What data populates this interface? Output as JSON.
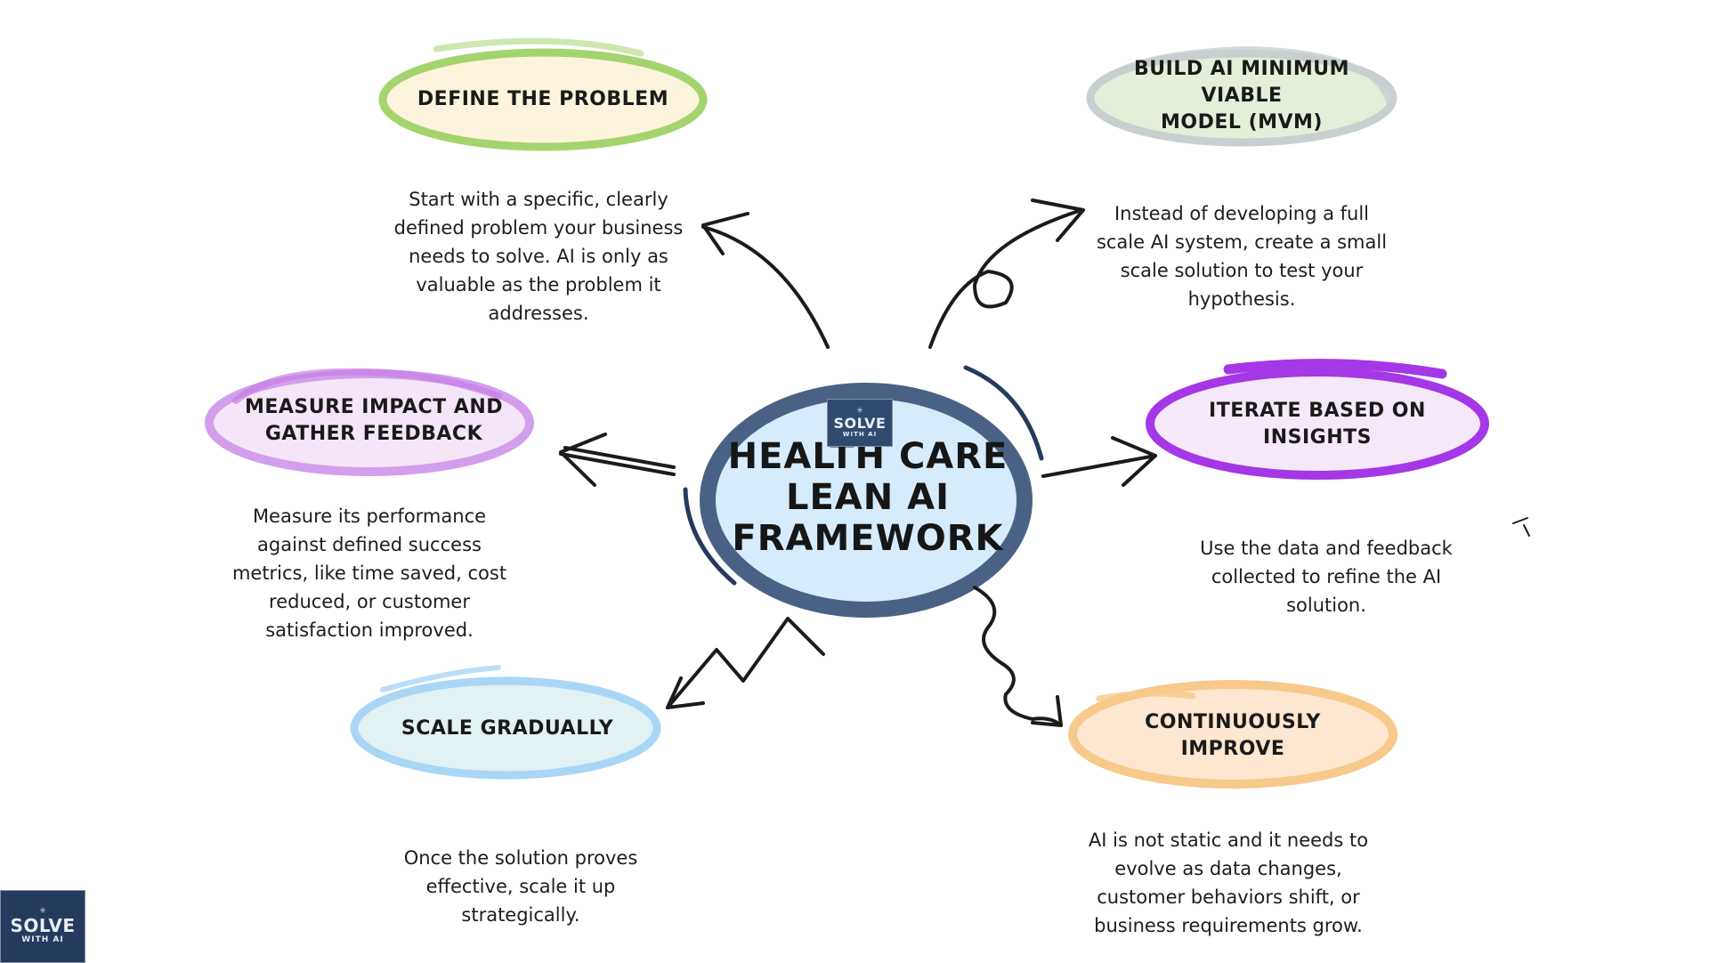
{
  "center": {
    "title_lines": [
      "HEALTH CARE",
      "LEAN AI",
      "FRAMEWORK"
    ],
    "fill": "#d6ebfb",
    "stroke": "#4a6186",
    "badge": "SOLVE",
    "badge_sub": "WITH AI"
  },
  "nodes": [
    {
      "id": "define",
      "label_lines": [
        "DEFINE THE PROBLEM"
      ],
      "fill": "#fbf3dc",
      "stroke": "#a4d46e",
      "description": "Start with a specific, clearly defined problem your business needs to solve. AI is only as valuable as the problem it addresses."
    },
    {
      "id": "build",
      "label_lines": [
        "BUILD AI MINIMUM VIABLE",
        "MODEL (MVM)"
      ],
      "fill": "#e3efd9",
      "stroke": "#c7d0cf",
      "description": "Instead of developing a full scale AI system, create a small scale solution to test your hypothesis."
    },
    {
      "id": "iterate",
      "label_lines": [
        "ITERATE BASED ON INSIGHTS"
      ],
      "fill": "#f5e8f9",
      "stroke": "#a437e6",
      "description": "Use the data and feedback collected to refine the AI solution."
    },
    {
      "id": "improve",
      "label_lines": [
        "CONTINUOUSLY IMPROVE"
      ],
      "fill": "#fde7d0",
      "stroke": "#f7c98a",
      "description": "AI is not static and it needs to evolve as data changes, customer behaviors shift, or business requirements grow."
    },
    {
      "id": "scale",
      "label_lines": [
        "SCALE GRADUALLY"
      ],
      "fill": "#e2f1f4",
      "stroke": "#a9d6f5",
      "description": "Once the solution proves effective, scale it up strategically."
    },
    {
      "id": "measure",
      "label_lines": [
        "MEASURE IMPACT AND",
        "GATHER FEEDBACK"
      ],
      "fill": "#f4e6f8",
      "stroke": "#d39fec",
      "description": "Measure its performance against defined success metrics, like time saved, cost reduced, or customer satisfaction improved."
    }
  ],
  "logo": {
    "main": "SOLVE",
    "sub": "WITH AI"
  }
}
